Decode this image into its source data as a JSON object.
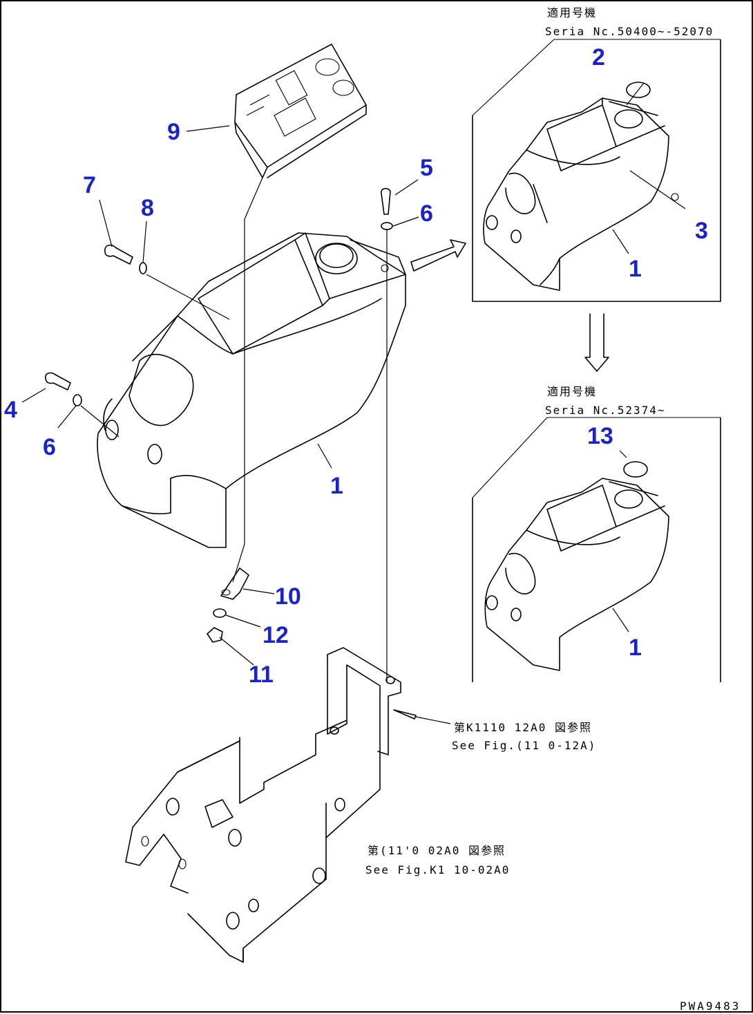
{
  "labels": {
    "n1a": "1",
    "n1b": "1",
    "n1c": "1",
    "n2": "2",
    "n3": "3",
    "n4": "4",
    "n5": "5",
    "n6a": "6",
    "n6b": "6",
    "n7": "7",
    "n8": "8",
    "n9": "9",
    "n10": "10",
    "n11": "11",
    "n12": "12",
    "n13": "13"
  },
  "notes": {
    "top_jp": "適用号機",
    "top_serial": "Seria  Nc.50400~-52070",
    "mid_jp": "適用号機",
    "mid_serial": "Seria  Nc.52374~",
    "ref1_jp": "第K1110 12A0 図参照",
    "ref1_en": "See Fig.(11 0-12A)",
    "ref2_jp": "第(11'0 02A0 図参照",
    "ref2_en": "See Fig.K1 10-02A0",
    "drawing_code": "PWA9483"
  }
}
